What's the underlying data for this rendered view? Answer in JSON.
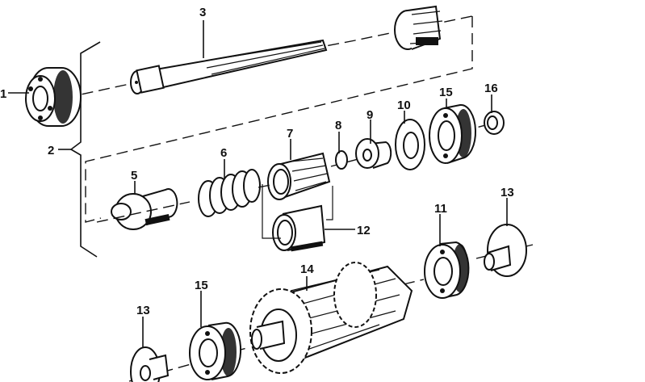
{
  "diagram": {
    "type": "exploded-parts-diagram",
    "subject": "transmission shaft assembly",
    "callouts": [
      {
        "id": "c1",
        "number": "1",
        "part": "ball-bearing"
      },
      {
        "id": "c2",
        "number": "2",
        "part": "shaft-assembly-group"
      },
      {
        "id": "c3",
        "number": "3",
        "part": "splined-main-shaft"
      },
      {
        "id": "c5",
        "number": "5",
        "part": "cam-sleeve"
      },
      {
        "id": "c6",
        "number": "6",
        "part": "coil-spring"
      },
      {
        "id": "c7",
        "number": "7",
        "part": "splined-gear-sleeve"
      },
      {
        "id": "c8",
        "number": "8",
        "part": "circlip"
      },
      {
        "id": "c9",
        "number": "9",
        "part": "flanged-bushing"
      },
      {
        "id": "c10",
        "number": "10",
        "part": "thrust-washer"
      },
      {
        "id": "c11",
        "number": "11",
        "part": "ball-bearing"
      },
      {
        "id": "c12",
        "number": "12",
        "part": "splined-sleeve"
      },
      {
        "id": "c13a",
        "number": "13",
        "part": "flanged-spacer"
      },
      {
        "id": "c13b",
        "number": "13",
        "part": "flanged-spacer"
      },
      {
        "id": "c14",
        "number": "14",
        "part": "cluster-gear"
      },
      {
        "id": "c15a",
        "number": "15",
        "part": "ball-bearing"
      },
      {
        "id": "c15b",
        "number": "15",
        "part": "ball-bearing"
      },
      {
        "id": "c16",
        "number": "16",
        "part": "shaft-seal"
      }
    ]
  }
}
